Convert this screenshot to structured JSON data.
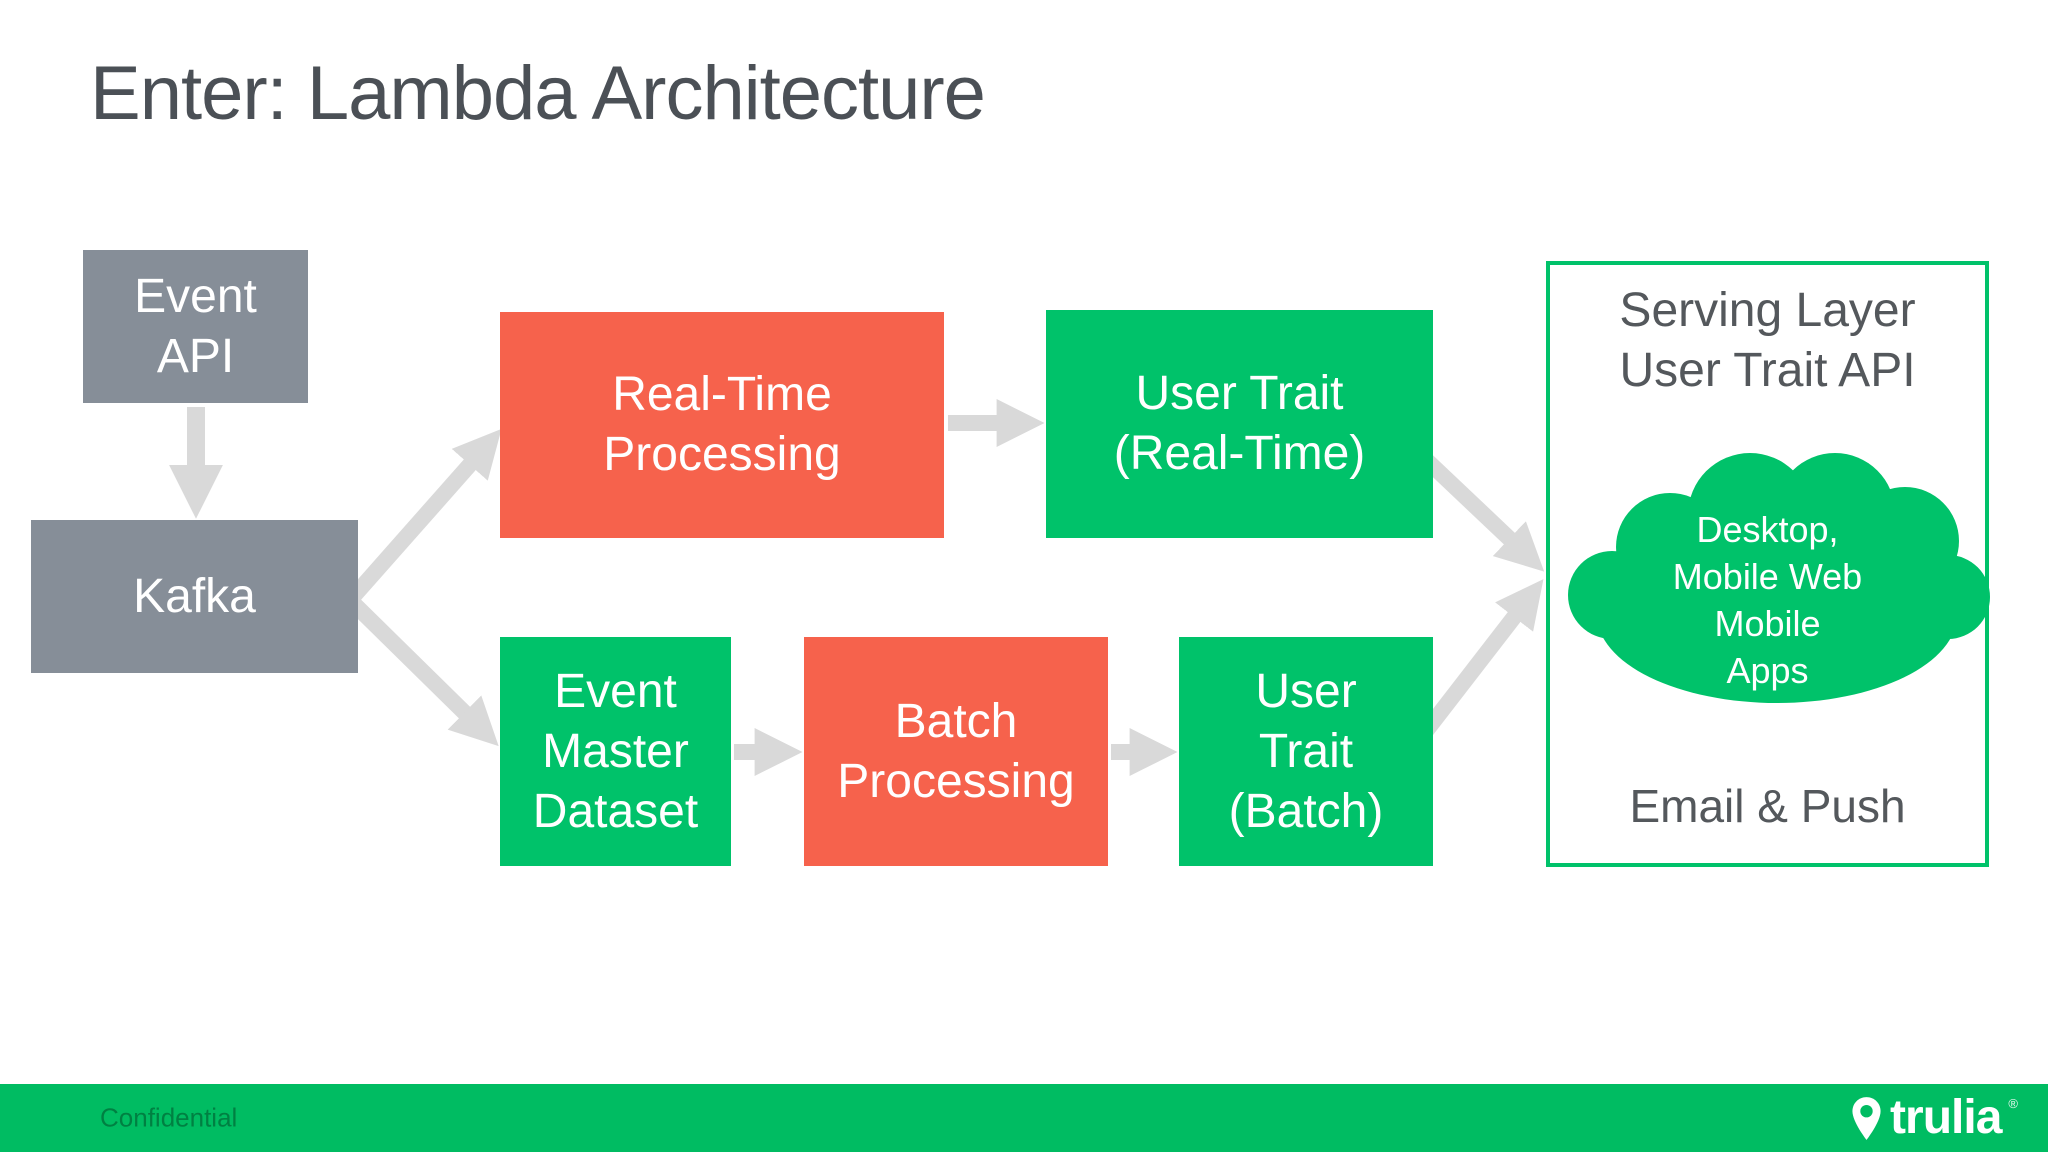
{
  "slide": {
    "title": "Enter: Lambda Architecture"
  },
  "colors": {
    "node_gray": "#868E98",
    "node_orange": "#F6624C",
    "node_green": "#00C26A",
    "arrow_gray": "#D9D9D9",
    "serving_border_green": "#00C26A",
    "footer_green": "#00BC62",
    "heading_text": "#4B5056",
    "panel_text": "#54585C",
    "node_text": "#FFFFFF"
  },
  "diagram": {
    "nodes": {
      "event_api": {
        "label": "Event\nAPI",
        "color": "#868E98"
      },
      "kafka": {
        "label": "Kafka",
        "color": "#868E98"
      },
      "realtime_processing": {
        "label": "Real-Time\nProcessing",
        "color": "#F6624C"
      },
      "user_trait_realtime": {
        "label": "User Trait\n(Real-Time)",
        "color": "#00C26A"
      },
      "event_master_dataset": {
        "label": "Event\nMaster\nDataset",
        "color": "#00C26A"
      },
      "batch_processing": {
        "label": "Batch\nProcessing",
        "color": "#F6624C"
      },
      "user_trait_batch": {
        "label": "User\nTrait\n(Batch)",
        "color": "#00C26A"
      }
    },
    "edges": [
      {
        "from": "Event API",
        "to": "Kafka"
      },
      {
        "from": "Kafka",
        "to": "Real-Time Processing"
      },
      {
        "from": "Kafka",
        "to": "Event Master Dataset"
      },
      {
        "from": "Real-Time Processing",
        "to": "User Trait (Real-Time)"
      },
      {
        "from": "Event Master Dataset",
        "to": "Batch Processing"
      },
      {
        "from": "Batch Processing",
        "to": "User Trait (Batch)"
      },
      {
        "from": "User Trait (Real-Time)",
        "to": "Serving Layer"
      },
      {
        "from": "User Trait (Batch)",
        "to": "Serving Layer"
      }
    ],
    "serving_layer": {
      "title": "Serving Layer\nUser Trait API",
      "cloud_label": "Desktop,\nMobile Web\nMobile\nApps",
      "bottom_label": "Email & Push"
    }
  },
  "footer": {
    "confidential": "Confidential",
    "brand": "trulia",
    "brand_mark": "®"
  }
}
